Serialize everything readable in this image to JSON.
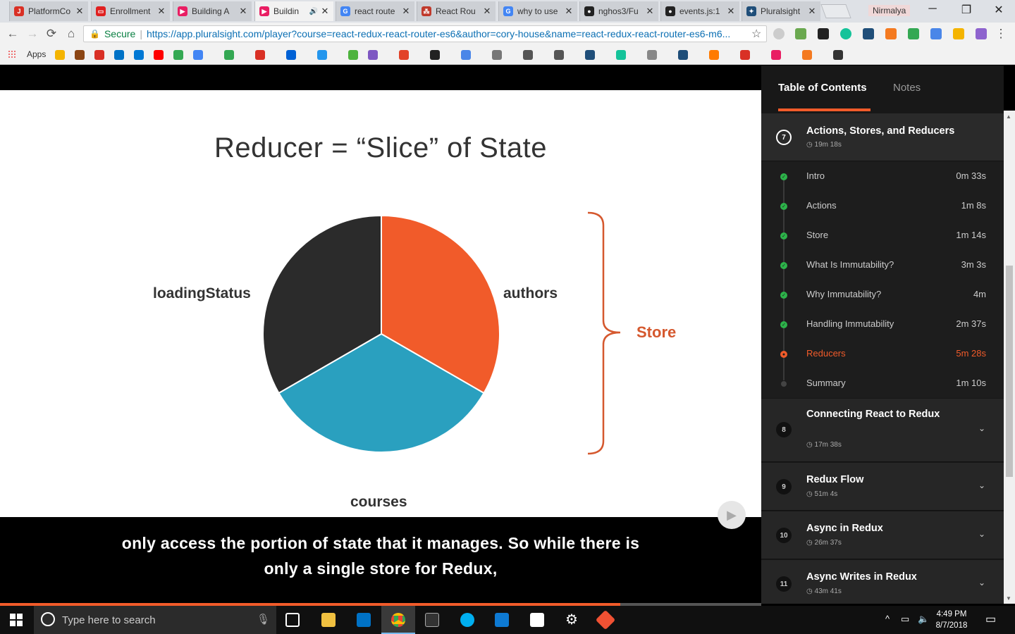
{
  "browser": {
    "tabs": [
      {
        "title": "PlatformCo",
        "color": "#d93025",
        "glyph": "J"
      },
      {
        "title": "Enrollment",
        "color": "#e02020",
        "glyph": "▭"
      },
      {
        "title": "Building A",
        "color": "#e91e63",
        "glyph": "▶"
      },
      {
        "title": "Buildin",
        "color": "#e91e63",
        "glyph": "▶",
        "active": true,
        "audio": "🔊"
      },
      {
        "title": "react route",
        "color": "#4285f4",
        "glyph": "G"
      },
      {
        "title": "React Rou",
        "color": "#c0392b",
        "glyph": "⁂"
      },
      {
        "title": "why to use",
        "color": "#4285f4",
        "glyph": "G"
      },
      {
        "title": "nghos3/Fu",
        "color": "#222222",
        "glyph": "●"
      },
      {
        "title": "events.js:1",
        "color": "#222222",
        "glyph": "●"
      },
      {
        "title": "Pluralsight",
        "color": "#1f4e79",
        "glyph": "✦"
      }
    ],
    "profile": "Nirmalya",
    "window_controls": {
      "minimize": "─",
      "restore": "❐",
      "close": "✕"
    },
    "nav": {
      "back": "←",
      "forward": "→",
      "reload": "⟳",
      "home": "⌂"
    },
    "secure_label": "Secure",
    "url": "https://app.pluralsight.com/player?course=react-redux-react-router-es6&author=cory-house&name=react-redux-react-router-es6-m6...",
    "bookmarks_apps_label": "Apps"
  },
  "slide": {
    "title": "Reducer = “Slice” of State",
    "labels": {
      "top_left": "loadingStatus",
      "top_right": "authors",
      "bottom": "courses"
    },
    "store_label": "Store",
    "colors": {
      "authors": "#f15b2a",
      "courses": "#2aa0bf",
      "loadingStatus": "#2b2b2b",
      "store": "#d5582e"
    }
  },
  "caption": {
    "line1": "only access the portion of state that it manages. So while there is",
    "line2": "only a single store for Redux,"
  },
  "player": {
    "progress": 0.815
  },
  "sidebar": {
    "tab_toc": "Table of Contents",
    "tab_notes": "Notes",
    "current_module": {
      "number": "7",
      "title": "Actions, Stores, and Reducers",
      "duration": "19m 18s",
      "clips": [
        {
          "name": "Intro",
          "time": "0m 33s",
          "state": "done"
        },
        {
          "name": "Actions",
          "time": "1m 8s",
          "state": "done"
        },
        {
          "name": "Store",
          "time": "1m 14s",
          "state": "done"
        },
        {
          "name": "What Is Immutability?",
          "time": "3m 3s",
          "state": "done"
        },
        {
          "name": "Why Immutability?",
          "time": "4m",
          "state": "done"
        },
        {
          "name": "Handling Immutability",
          "time": "2m 37s",
          "state": "done"
        },
        {
          "name": "Reducers",
          "time": "5m 28s",
          "state": "current"
        },
        {
          "name": "Summary",
          "time": "1m 10s",
          "state": "pending"
        }
      ]
    },
    "modules": [
      {
        "number": "8",
        "title": "Connecting React to Redux",
        "duration": "17m 38s"
      },
      {
        "number": "9",
        "title": "Redux Flow",
        "duration": "51m 4s"
      },
      {
        "number": "10",
        "title": "Async in Redux",
        "duration": "26m 37s"
      },
      {
        "number": "11",
        "title": "Async Writes in Redux",
        "duration": "43m 41s"
      }
    ]
  },
  "taskbar": {
    "search_placeholder": "Type here to search",
    "time": "4:49 PM",
    "date": "8/7/2018"
  }
}
